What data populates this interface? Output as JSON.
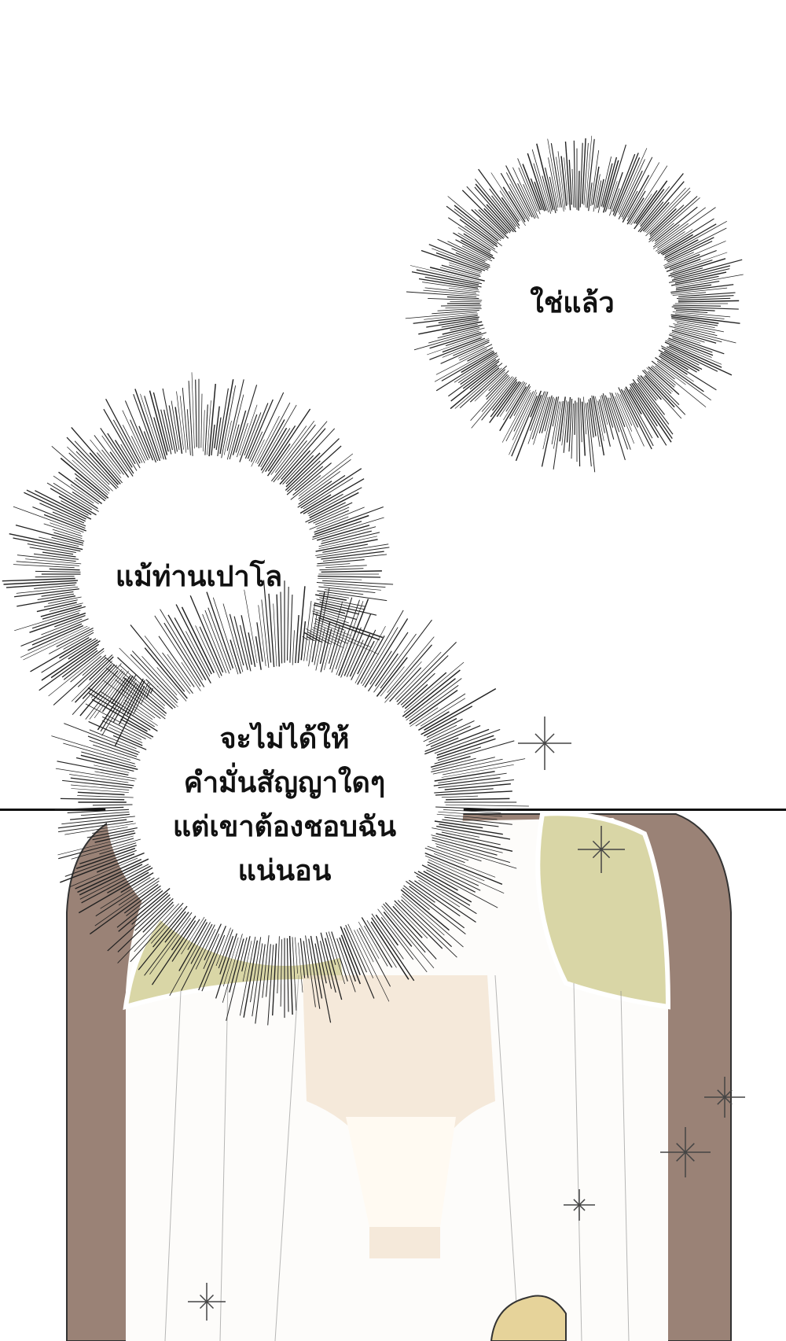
{
  "bubbles": [
    {
      "id": "yes",
      "text": "ใช่แล้ว"
    },
    {
      "id": "even-paolo",
      "text": "แม้ท่านเปาโล"
    },
    {
      "id": "promise",
      "lines": [
        "จะไม่ได้ให้",
        "คำมั่นสัญญาใดๆ",
        "แต่เขาต้องชอบฉัน",
        "แน่นอน"
      ]
    }
  ],
  "colors": {
    "arch": "#9a8276",
    "curtain": "#d9d6a6",
    "ornament": "#f1e3cf",
    "hair": "#e6d39a",
    "ink": "#111111"
  }
}
